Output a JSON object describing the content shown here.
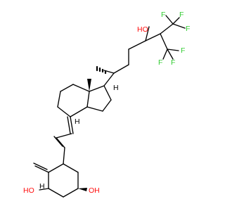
{
  "colors": {
    "background": "#ffffff",
    "bond": "#000000",
    "oxygen": "#ff0d0d",
    "fluorine": "#33cc33",
    "hydrogen": "#000000"
  },
  "atom_labels": {
    "fluorine": "F",
    "hydroxyl_oh": "OH",
    "hydroxyl_ho": "HO",
    "stereo_h": "H"
  }
}
